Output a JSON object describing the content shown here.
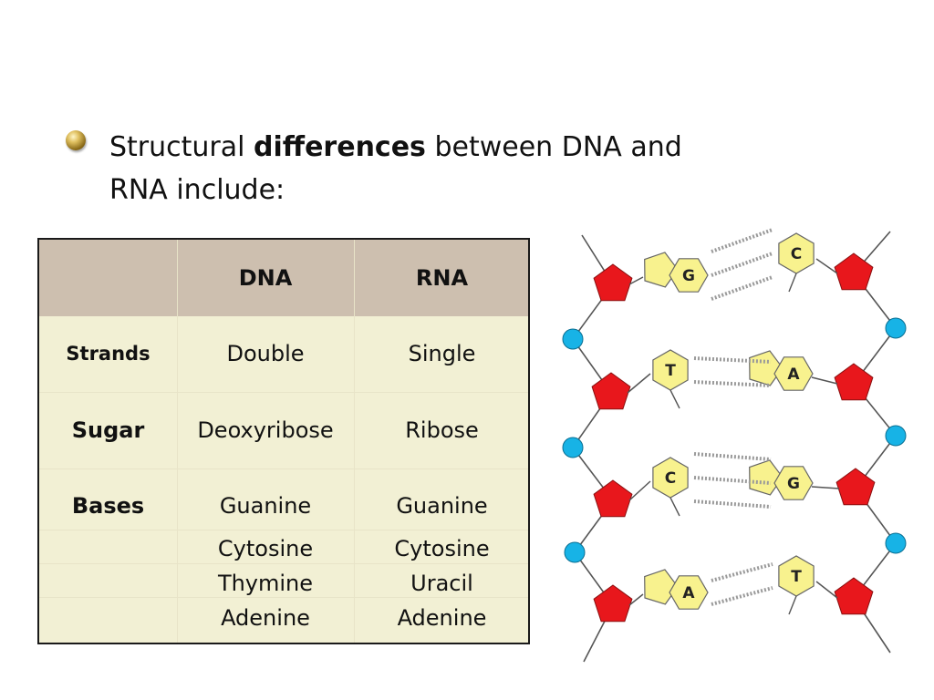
{
  "slide": {
    "bullet_icon": "gold-sphere-bullet",
    "heading": {
      "before": "Structural ",
      "emphasis": "differences",
      "after": " between DNA and",
      "line2": "RNA include:"
    }
  },
  "table": {
    "headers": [
      "",
      "DNA",
      "RNA"
    ],
    "rows": [
      {
        "label": "Strands",
        "dna": "Double",
        "rna": "Single"
      },
      {
        "label": "Sugar",
        "dna": "Deoxyribose",
        "rna": "Ribose"
      },
      {
        "label": "Bases",
        "dna": [
          "Guanine",
          "Cytosine",
          "Thymine",
          "Adenine"
        ],
        "rna": [
          "Guanine",
          "Cytosine",
          "Uracil",
          "Adenine"
        ]
      }
    ],
    "colors": {
      "header": "#cdbfaf",
      "body": "#f2f0d4",
      "border": "#1a1a1a"
    }
  },
  "diagram": {
    "base_pairs": [
      {
        "left": "G",
        "right": "C"
      },
      {
        "left": "T",
        "right": "A"
      },
      {
        "left": "C",
        "right": "G"
      },
      {
        "left": "A",
        "right": "T"
      }
    ],
    "colors": {
      "phosphate": "#e8171c",
      "sugar_node": "#17b3e6",
      "base": "#f8f28e",
      "backbone": "#555555"
    }
  }
}
